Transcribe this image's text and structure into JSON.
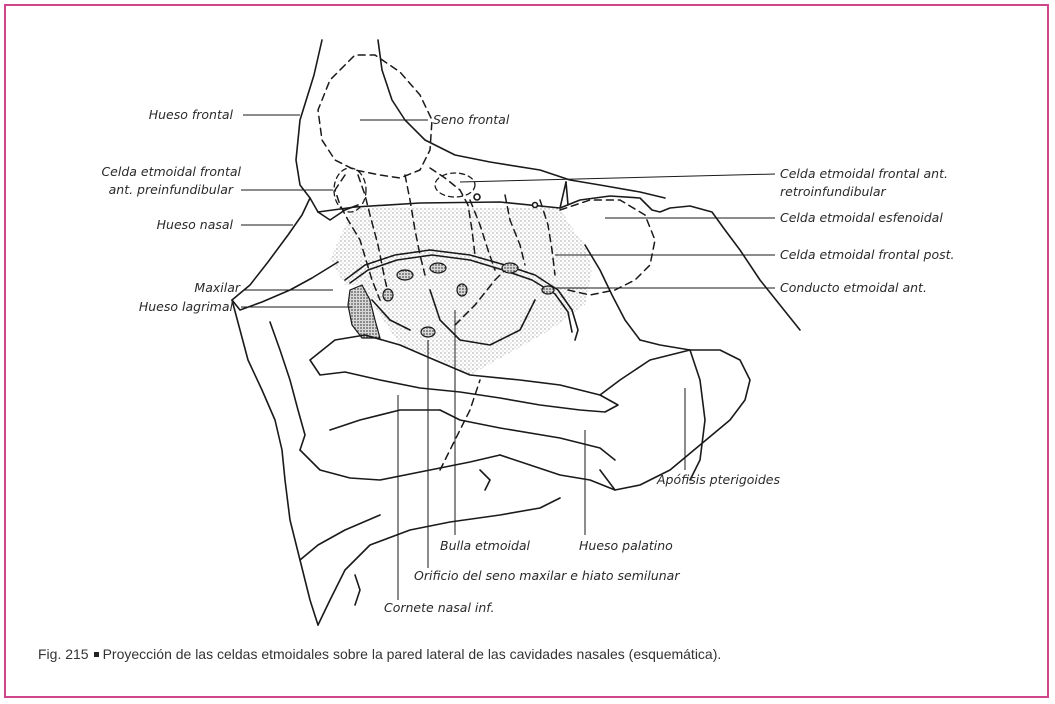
{
  "labels": {
    "hueso_frontal": "Hueso frontal",
    "seno_frontal": "Seno frontal",
    "celda_frontal_ant_pre_1": "Celda etmoidal frontal",
    "celda_frontal_ant_pre_2": "ant. preinfundibular",
    "celda_frontal_ant_retro_1": "Celda etmoidal frontal ant.",
    "celda_frontal_ant_retro_2": "retroinfundibular",
    "hueso_nasal": "Hueso nasal",
    "celda_esfenoidal": "Celda etmoidal esfenoidal",
    "celda_frontal_post": "Celda etmoidal frontal post.",
    "maxilar": "Maxilar",
    "conducto_etmoidal": "Conducto etmoidal ant.",
    "hueso_lagrimal": "Hueso lagrimal",
    "apofisis_pterigoides": "Apófisis pterigoides",
    "bulla_etmoidal": "Bulla etmoidal",
    "hueso_palatino": "Hueso palatino",
    "orificio_seno": "Orificio del seno maxilar e hiato semilunar",
    "cornete_nasal": "Cornete nasal inf."
  },
  "caption": {
    "figure_number": "Fig. 215",
    "text": "Proyección de las celdas etmoidales sobre la pared lateral de las cavidades nasales (esquemática)."
  },
  "colors": {
    "border": "#d0468c",
    "line": "#1a1a1a",
    "stipple": "#c9c9c9"
  }
}
